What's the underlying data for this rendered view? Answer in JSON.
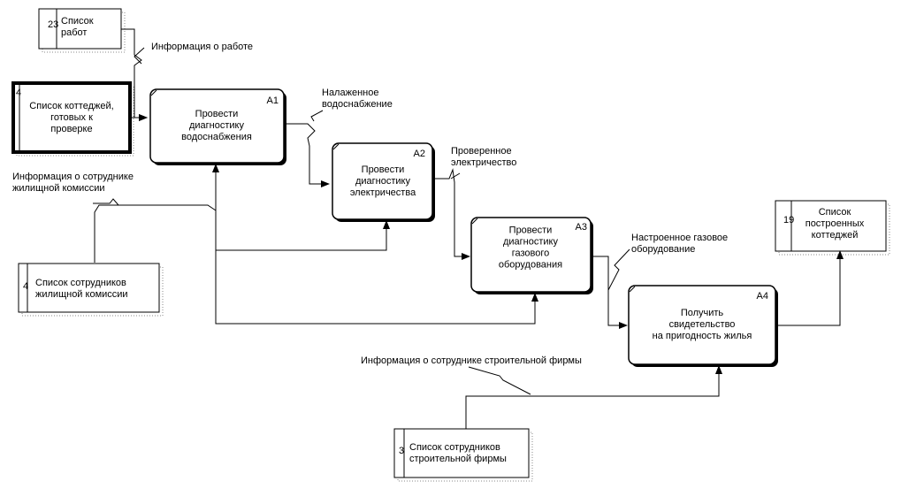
{
  "stores": [
    {
      "id": "store-work-list",
      "number": "23",
      "lines": [
        "Список",
        "работ"
      ]
    },
    {
      "id": "store-cottages-to-check",
      "number": "4",
      "lines": [
        "Список коттеджей,",
        "готовых к",
        "проверке"
      ]
    },
    {
      "id": "store-commission-staff",
      "number": "4",
      "lines": [
        "Список сотрудников",
        "жилищной комиссии"
      ]
    },
    {
      "id": "store-built-cottages",
      "number": "19",
      "lines": [
        "Список",
        "построенных",
        "коттеджей"
      ]
    },
    {
      "id": "store-builder-staff",
      "number": "3",
      "lines": [
        "Список сотрудников",
        "строительной фирмы"
      ]
    }
  ],
  "processes": [
    {
      "id": "a1",
      "code": "A1",
      "lines": [
        "Провести",
        "диагностику",
        "водоснабжения"
      ]
    },
    {
      "id": "a2",
      "code": "A2",
      "lines": [
        "Провести",
        "диагностику",
        "электричества"
      ]
    },
    {
      "id": "a3",
      "code": "A3",
      "lines": [
        "Провести",
        "диагностику",
        "газового",
        "оборудования"
      ]
    },
    {
      "id": "a4",
      "code": "A4",
      "lines": [
        "Получить",
        "свидетельство",
        "на пригодность жилья"
      ]
    }
  ],
  "labels": [
    {
      "id": "work-info",
      "lines": [
        "Информация о работе"
      ]
    },
    {
      "id": "water-ok",
      "lines": [
        "Налаженное",
        "водоснабжение"
      ]
    },
    {
      "id": "commission-info",
      "lines": [
        "Информация о сотруднике",
        "жилищной комиссии"
      ]
    },
    {
      "id": "electric-ok",
      "lines": [
        "Проверенное",
        "электричество"
      ]
    },
    {
      "id": "gas-ok",
      "lines": [
        "Настроенное газовое",
        "оборудование"
      ]
    },
    {
      "id": "builder-info",
      "lines": [
        "Информация о сотруднике строительной фирмы"
      ]
    }
  ]
}
